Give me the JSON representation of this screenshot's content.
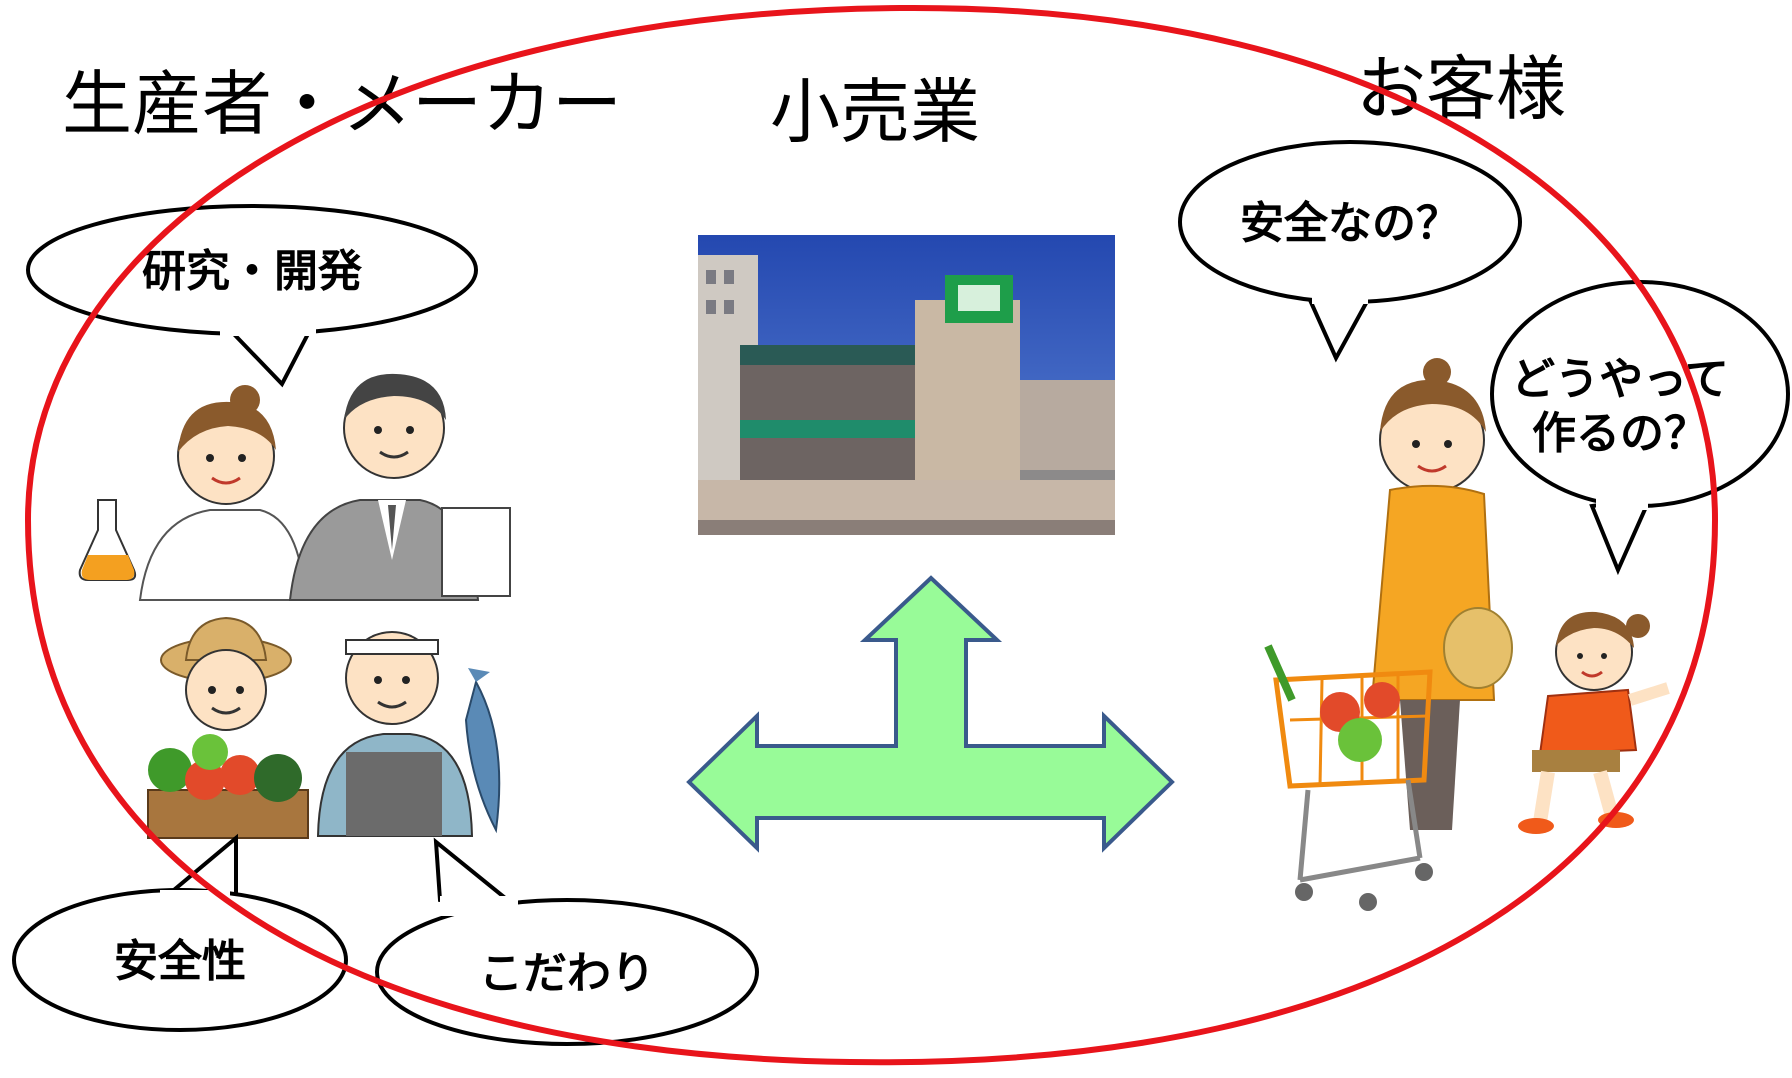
{
  "headings": {
    "producers": "生産者・メーカー",
    "retail": "小売業",
    "customers": "お客様"
  },
  "bubbles": {
    "research": "研究・開発",
    "safety": "安全性",
    "commitment": "こだわり",
    "is_it_safe": "安全なの？",
    "how_made_line1": "どうやって",
    "how_made_line2": "作るの？"
  },
  "colors": {
    "big_ellipse": "#e8141b",
    "arrow_fill": "#98fb98",
    "arrow_stroke": "#3a5a8c",
    "store_sky": "#2a52b8",
    "store_sign": "#1e9e4a"
  }
}
